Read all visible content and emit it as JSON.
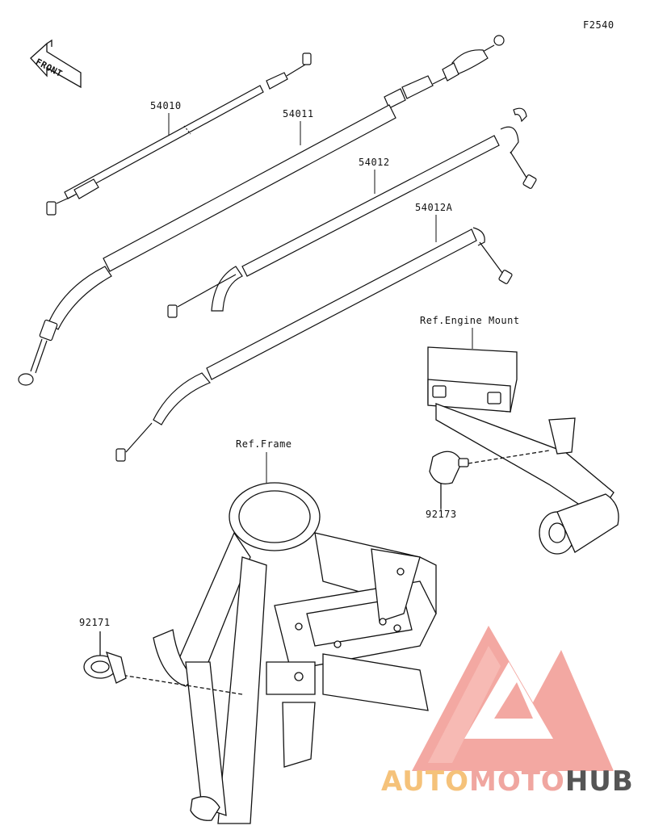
{
  "figure_code": "F2540",
  "front_arrow": "FRONT",
  "parts": {
    "p54010": "54010",
    "p54011": "54011",
    "p54012": "54012",
    "p54012A": "54012A",
    "p92173": "92173",
    "p92171": "92171"
  },
  "refs": {
    "engine_mount": "Ref.Engine Mount",
    "frame": "Ref.Frame"
  },
  "watermark": {
    "part1": "AUTO",
    "part2": "MOTO",
    "part3": "HUB",
    "colors": {
      "auto": "#f5c27a",
      "moto": "#f0a6a0",
      "hub": "#555555",
      "logo": "#f08c84"
    }
  }
}
